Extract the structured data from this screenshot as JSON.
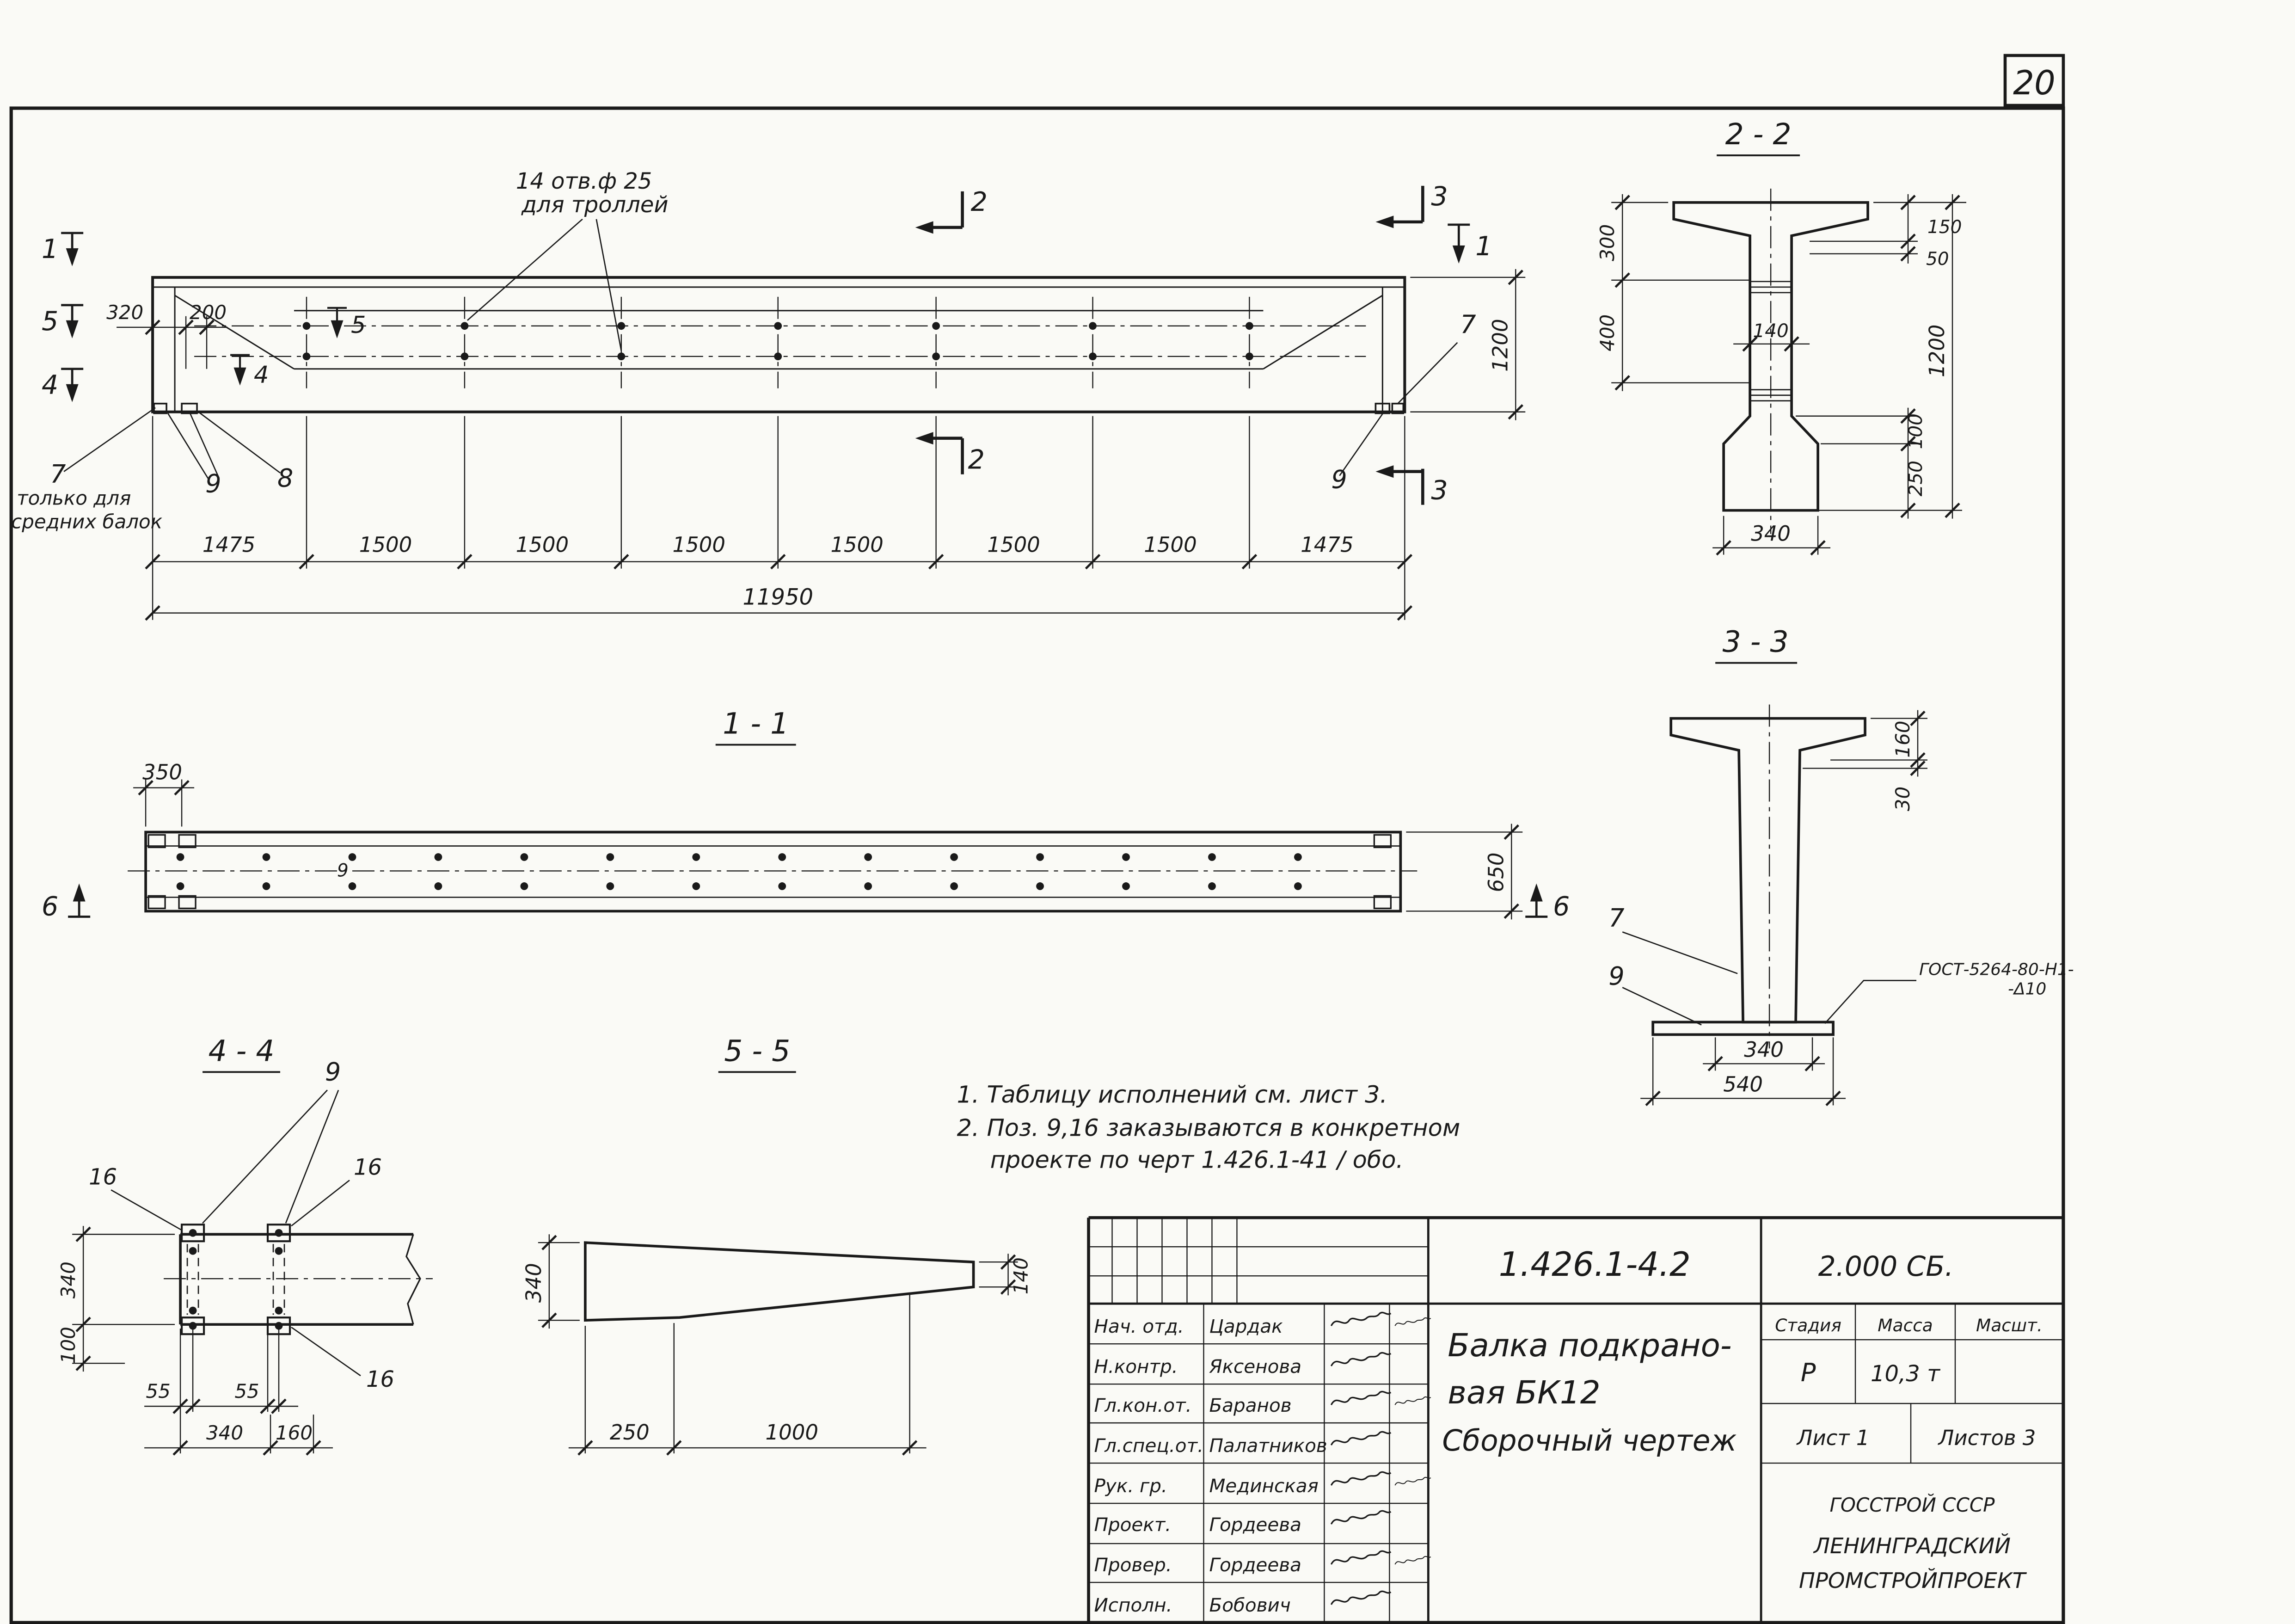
{
  "sheet": {
    "number": "20"
  },
  "el": {
    "note1": "14 отв.ф 25",
    "note2": "для троллей",
    "m1l": "1",
    "m5l": "5",
    "m4l": "4",
    "m5i": "5",
    "m4i": "4",
    "m2t": "2",
    "m2b": "2",
    "m3t": "3",
    "m3b": "3",
    "m1r": "1",
    "c7l": "7",
    "c9l": "9",
    "c8": "8",
    "c7r": "7",
    "c9r": "9",
    "onlyfor1": "только для",
    "onlyfor2": "средних балок",
    "d320": "320",
    "d200": "200",
    "d1200": "1200",
    "ch": [
      "1475",
      "1500",
      "1500",
      "1500",
      "1500",
      "1500",
      "1500",
      "1475"
    ],
    "total": "11950"
  },
  "s22": {
    "title": "2 - 2",
    "d300": "300",
    "d400": "400",
    "d140": "140",
    "d150": "150",
    "d50": "50",
    "d1200": "1200",
    "d100": "100",
    "d250": "250",
    "d340": "340"
  },
  "s11": {
    "title": "1 - 1",
    "d350": "350",
    "d650": "650",
    "m6l": "6",
    "m6r": "6",
    "c9": "9"
  },
  "s33": {
    "title": "3 - 3",
    "d160": "160",
    "d30": "30",
    "d340": "340",
    "d540": "540",
    "c7": "7",
    "c9": "9",
    "weld1": "ГОСТ-5264-80-Н1-",
    "weld2": "-Δ10"
  },
  "s44": {
    "title": "4 - 4",
    "c9": "9",
    "c16a": "16",
    "c16b": "16",
    "c16c": "16",
    "d340": "340",
    "d100": "100",
    "d55a": "55",
    "d55b": "55",
    "d340b": "340",
    "d160": "160"
  },
  "s55": {
    "title": "5 - 5",
    "d340": "340",
    "d140": "140",
    "d250": "250",
    "d1000": "1000"
  },
  "notes": {
    "l1": "1. Таблицу исполнений  см. лист 3.",
    "l2": "2. Поз. 9,16 заказываются в конкретном",
    "l3": "проекте по черт 1.426.1-41 / обо."
  },
  "tb": {
    "code": "1.426.1-4.2",
    "code2": "2.000 СБ.",
    "rows": [
      {
        "role": "Нач. отд.",
        "name": "Цардак"
      },
      {
        "role": "Н.контр.",
        "name": "Яксенова"
      },
      {
        "role": "Гл.кон.от.",
        "name": "Баранов"
      },
      {
        "role": "Гл.спец.от.",
        "name": "Палатников"
      },
      {
        "role": "Рук. гр.",
        "name": "Мединская"
      },
      {
        "role": "Проект.",
        "name": "Гордеева"
      },
      {
        "role": "Провер.",
        "name": "Гордеева"
      },
      {
        "role": "Исполн.",
        "name": "Бобович"
      }
    ],
    "t1": "Балка  подкрано-",
    "t2": "вая  БК12",
    "t3": "Сборочный  чертеж",
    "stage_l": "Стадия",
    "mass_l": "Масса",
    "scale_l": "Масшт.",
    "stage": "Р",
    "mass": "10,3 т",
    "sheet": "Лист 1",
    "sheets": "Листов 3",
    "org1": "ГОССТРОЙ СССР",
    "org2": "ЛЕНИНГРАДСКИЙ",
    "org3": "ПРОМСТРОЙПРОЕКТ"
  }
}
